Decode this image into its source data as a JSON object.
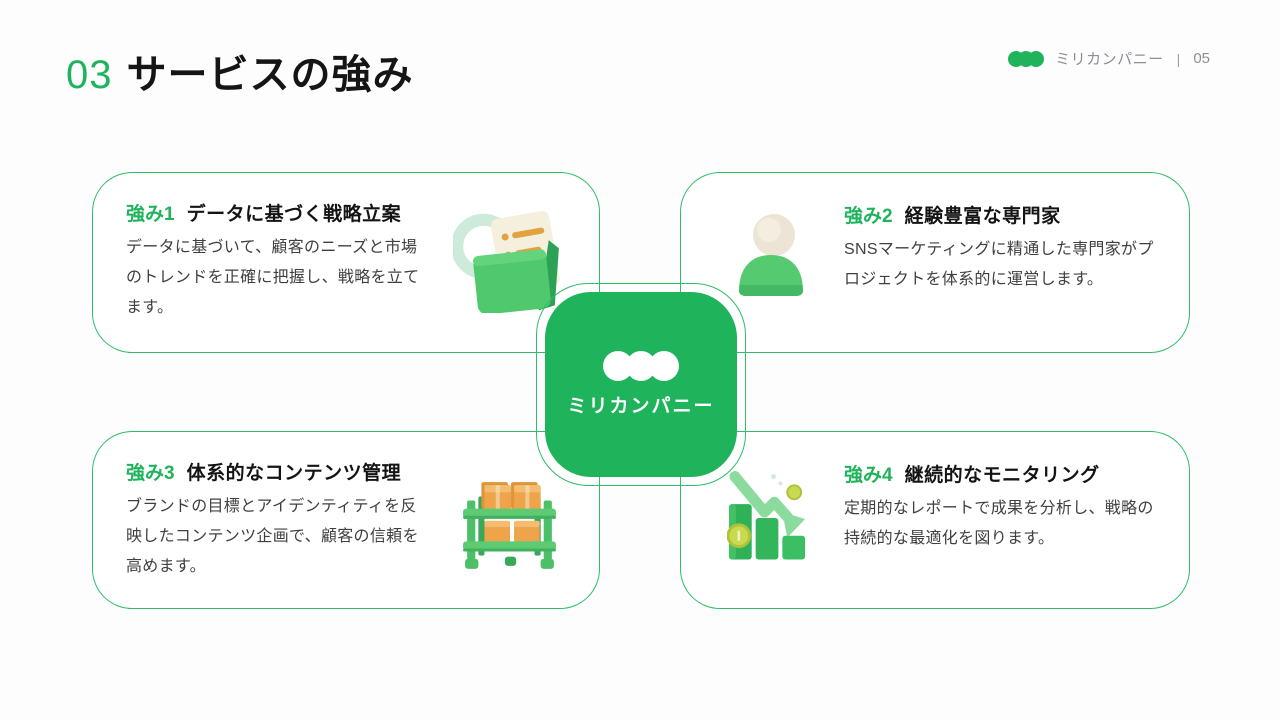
{
  "slide": {
    "background": "#fdfdfe"
  },
  "header": {
    "number": "03",
    "title": "サービスの強み"
  },
  "brand": {
    "name": "ミリカンパニー",
    "divider": "|",
    "page_number": "05",
    "logo_icon": "three-overlapping-circles"
  },
  "badge": {
    "name": "ミリカンパニー",
    "logo_icon": "three-overlapping-circles"
  },
  "cards": [
    {
      "label": "強み1",
      "title": "データに基づく戦略立案",
      "body": "データに基づいて、顧客のニーズと市場のトレンドを正確に把握し、戦略を立てます。",
      "icon": "folder-search-3d-icon"
    },
    {
      "label": "強み2",
      "title": "経験豊富な専門家",
      "body": "SNSマーケティングに精通した専門家がプロジェクトを体系的に運営します。",
      "icon": "person-3d-icon"
    },
    {
      "label": "強み3",
      "title": "体系的なコンテンツ管理",
      "body": "ブランドの目標とアイデンティティを反映したコンテンツ企画で、顧客の信頼を高めます。",
      "icon": "shelf-boxes-3d-icon"
    },
    {
      "label": "強み4",
      "title": "継続的なモニタリング",
      "body": "定期的なレポートで成果を分析し、戦略の持続的な最適化を図ります。",
      "icon": "bar-chart-decline-3d-icon"
    }
  ],
  "colors": {
    "primary_green": "#1fb45c",
    "border_green": "#2fbd6a",
    "heading_black": "#141414",
    "body_gray": "#404040",
    "brand_gray": "#8a8f97",
    "box_orange": "#eda44a",
    "paper_cream": "#f4f0dd",
    "ring_mint": "#cdeadb"
  }
}
